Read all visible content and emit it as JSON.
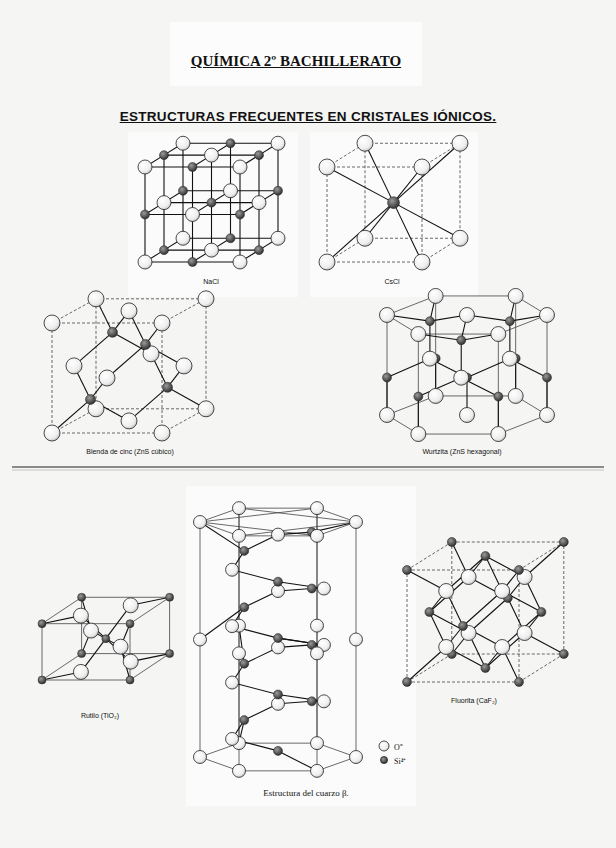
{
  "diagram": {
    "title": "QUÍMICA 2º BACHILLERATO",
    "labels": [
      "ESTRUCTURAS FRECUENTES EN CRISTALES IÓNICOS.",
      "NaCl",
      "CsCl",
      "Blenda de cinc (ZnS cúbico)",
      "Wurtzita (ZnS hexagonal)",
      "Rutilo (TiO₂)",
      "Estructura del cuarzo β.",
      "Fluorita (CaF₂)"
    ],
    "legend": [
      {
        "text": "O⁼"
      },
      {
        "text": "Si⁴⁺"
      }
    ]
  }
}
